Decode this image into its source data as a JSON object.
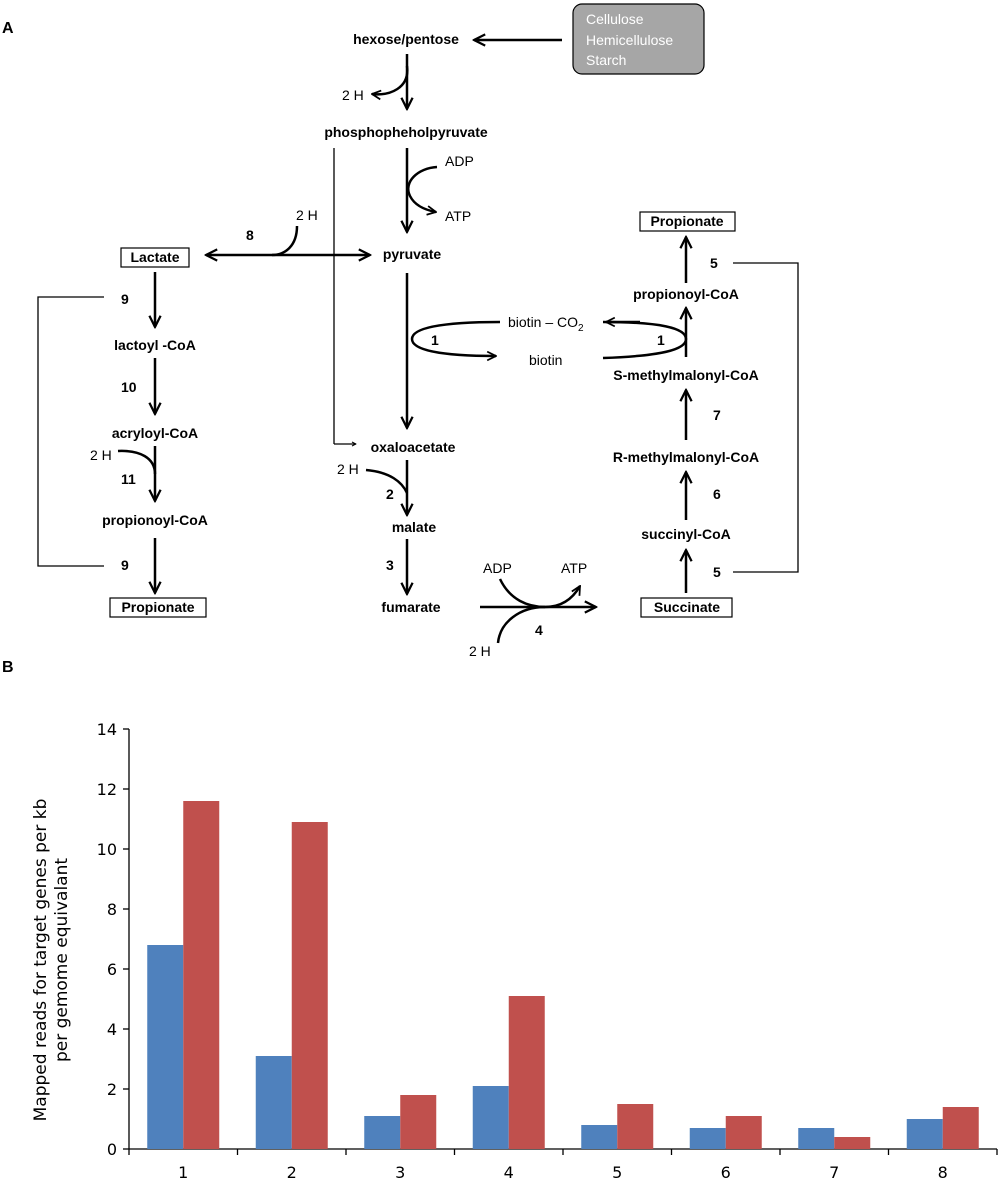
{
  "panel_a": {
    "label": "A",
    "substrate_box": [
      "Cellulose",
      "Hemicellulose",
      "Starch"
    ],
    "compounds": {
      "hexose": "hexose/pentose",
      "pep": "phosphopheholpyruvate",
      "pyruvate": "pyruvate",
      "lactate": "Lactate",
      "lactoyl": "lactoyl -CoA",
      "acryloyl": "acryloyl-CoA",
      "propionoyl_left": "propionoyl-CoA",
      "propionate_left": "Propionate",
      "oxaloacetate": "oxaloacetate",
      "malate": "malate",
      "fumarate": "fumarate",
      "succinate": "Succinate",
      "succinyl": "succinyl-CoA",
      "r_methyl": "R-methylmalonyl-CoA",
      "s_methyl": "S-methylmalonyl-CoA",
      "propionoyl_right": "propionoyl-CoA",
      "propionate_right": "Propionate"
    },
    "cofactors": {
      "h2_a": "2 H",
      "adp_a": "ADP",
      "atp_a": "ATP",
      "h2_b": "2 H",
      "biotin_co2": "biotin – CO",
      "co2_sub": "2",
      "biotin": "biotin",
      "h2_c": "2 H",
      "h2_d": "2 H",
      "adp_b": "ADP",
      "atp_b": "ATP",
      "h2_e": "2 H"
    },
    "steps": {
      "s8": "8",
      "s9a": "9",
      "s10": "10",
      "s11": "11",
      "s9b": "9",
      "s1a": "1",
      "s1b": "1",
      "s2": "2",
      "s3": "3",
      "s4": "4",
      "s5a": "5",
      "s5b": "5",
      "s6": "6",
      "s7": "7"
    }
  },
  "panel_b": {
    "label": "B",
    "ylabel_line1": "Mapped reads for target genes per kb",
    "ylabel_line2": "per gemome equivalant"
  },
  "chart_data": {
    "type": "bar",
    "categories": [
      "1",
      "2",
      "3",
      "4",
      "5",
      "6",
      "7",
      "8"
    ],
    "series": [
      {
        "color": "#4f81bd",
        "values": [
          6.8,
          3.1,
          1.1,
          2.1,
          0.8,
          0.7,
          0.7,
          1.0
        ]
      },
      {
        "color": "#c0504d",
        "values": [
          11.6,
          10.9,
          1.8,
          5.1,
          1.5,
          1.1,
          0.4,
          1.4
        ]
      }
    ],
    "ylim": [
      0,
      14
    ],
    "yticks": [
      0,
      2,
      4,
      6,
      8,
      10,
      12,
      14
    ],
    "grid": false
  }
}
